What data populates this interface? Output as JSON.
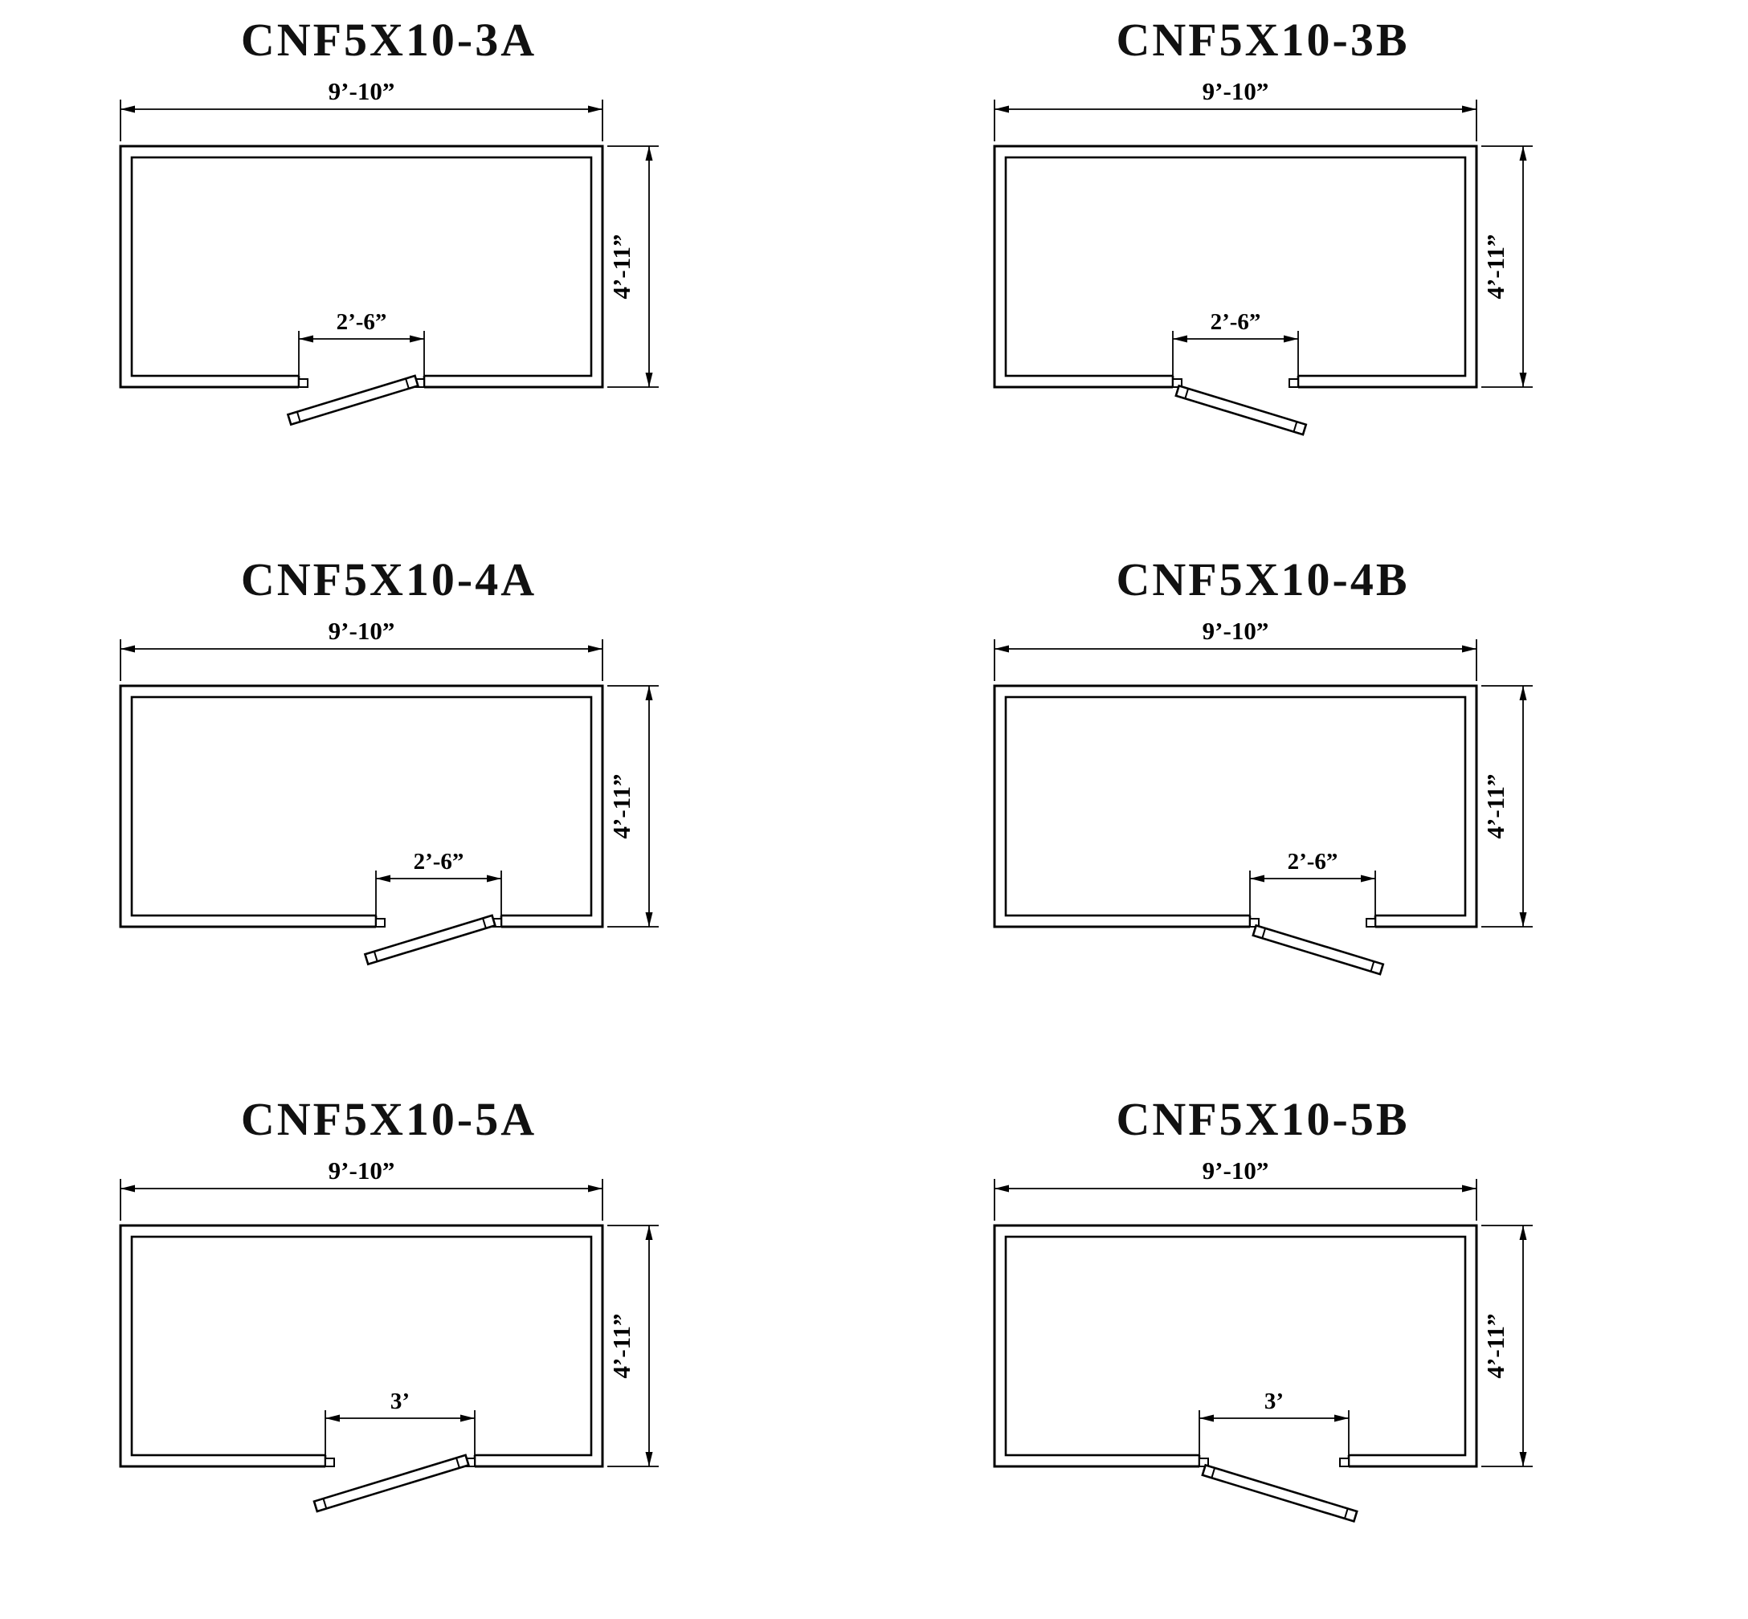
{
  "page": {
    "bg": "#ffffff",
    "ink": "#000000"
  },
  "sheet": {
    "rows": 3,
    "cols": 2
  },
  "plans": [
    {
      "title": "CNF5X10-3A",
      "width_label": "9’-10”",
      "height_label": "4’-11”",
      "door_label": "2’-6”",
      "door_center": 0.5,
      "door_width": 0.26,
      "hinge": "right"
    },
    {
      "title": "CNF5X10-3B",
      "width_label": "9’-10”",
      "height_label": "4’-11”",
      "door_label": "2’-6”",
      "door_center": 0.5,
      "door_width": 0.26,
      "hinge": "left"
    },
    {
      "title": "CNF5X10-4A",
      "width_label": "9’-10”",
      "height_label": "4’-11”",
      "door_label": "2’-6”",
      "door_center": 0.66,
      "door_width": 0.26,
      "hinge": "right"
    },
    {
      "title": "CNF5X10-4B",
      "width_label": "9’-10”",
      "height_label": "4’-11”",
      "door_label": "2’-6”",
      "door_center": 0.66,
      "door_width": 0.26,
      "hinge": "left"
    },
    {
      "title": "CNF5X10-5A",
      "width_label": "9’-10”",
      "height_label": "4’-11”",
      "door_label": "3’",
      "door_center": 0.58,
      "door_width": 0.31,
      "hinge": "right"
    },
    {
      "title": "CNF5X10-5B",
      "width_label": "9’-10”",
      "height_label": "4’-11”",
      "door_label": "3’",
      "door_center": 0.58,
      "door_width": 0.31,
      "hinge": "left"
    }
  ]
}
